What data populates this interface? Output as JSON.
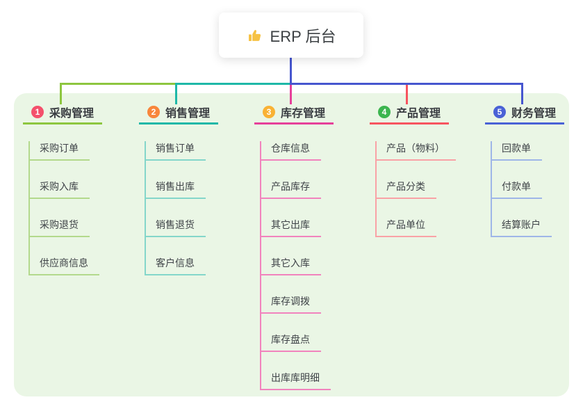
{
  "root": {
    "label": "ERP 后台",
    "icon": "thumbs-up-icon",
    "icon_color": "#f6c244"
  },
  "colors": {
    "page_bg": "#ffffff",
    "canvas_bg": "#eaf6e5",
    "connector_blue": "#4656cf",
    "text": "#3c4043"
  },
  "branches": [
    {
      "badge": "1",
      "label": "采购管理",
      "badge_color": "#f4506c",
      "line_color": "#8dc63f",
      "child_line_color": "#b3d98c",
      "children": [
        "采购订单",
        "采购入库",
        "采购退货",
        "供应商信息"
      ]
    },
    {
      "badge": "2",
      "label": "销售管理",
      "badge_color": "#f8863b",
      "line_color": "#1eb8a8",
      "child_line_color": "#84d6ca",
      "children": [
        "销售订单",
        "销售出库",
        "销售退货",
        "客户信息"
      ]
    },
    {
      "badge": "3",
      "label": "库存管理",
      "badge_color": "#f9b234",
      "line_color": "#e6409a",
      "child_line_color": "#f183bd",
      "children": [
        "仓库信息",
        "产品库存",
        "其它出库",
        "其它入库",
        "库存调拨",
        "库存盘点",
        "出库库明细"
      ]
    },
    {
      "badge": "4",
      "label": "产品管理",
      "badge_color": "#3cb54f",
      "line_color": "#f7545f",
      "child_line_color": "#f9a2a6",
      "children": [
        "产品（物料）",
        "产品分类",
        "产品单位"
      ]
    },
    {
      "badge": "5",
      "label": "财务管理",
      "badge_color": "#4a62d6",
      "line_color": "#4a62d6",
      "child_line_color": "#9fb6e8",
      "children": [
        "回款单",
        "付款单",
        "结算账户"
      ]
    }
  ]
}
